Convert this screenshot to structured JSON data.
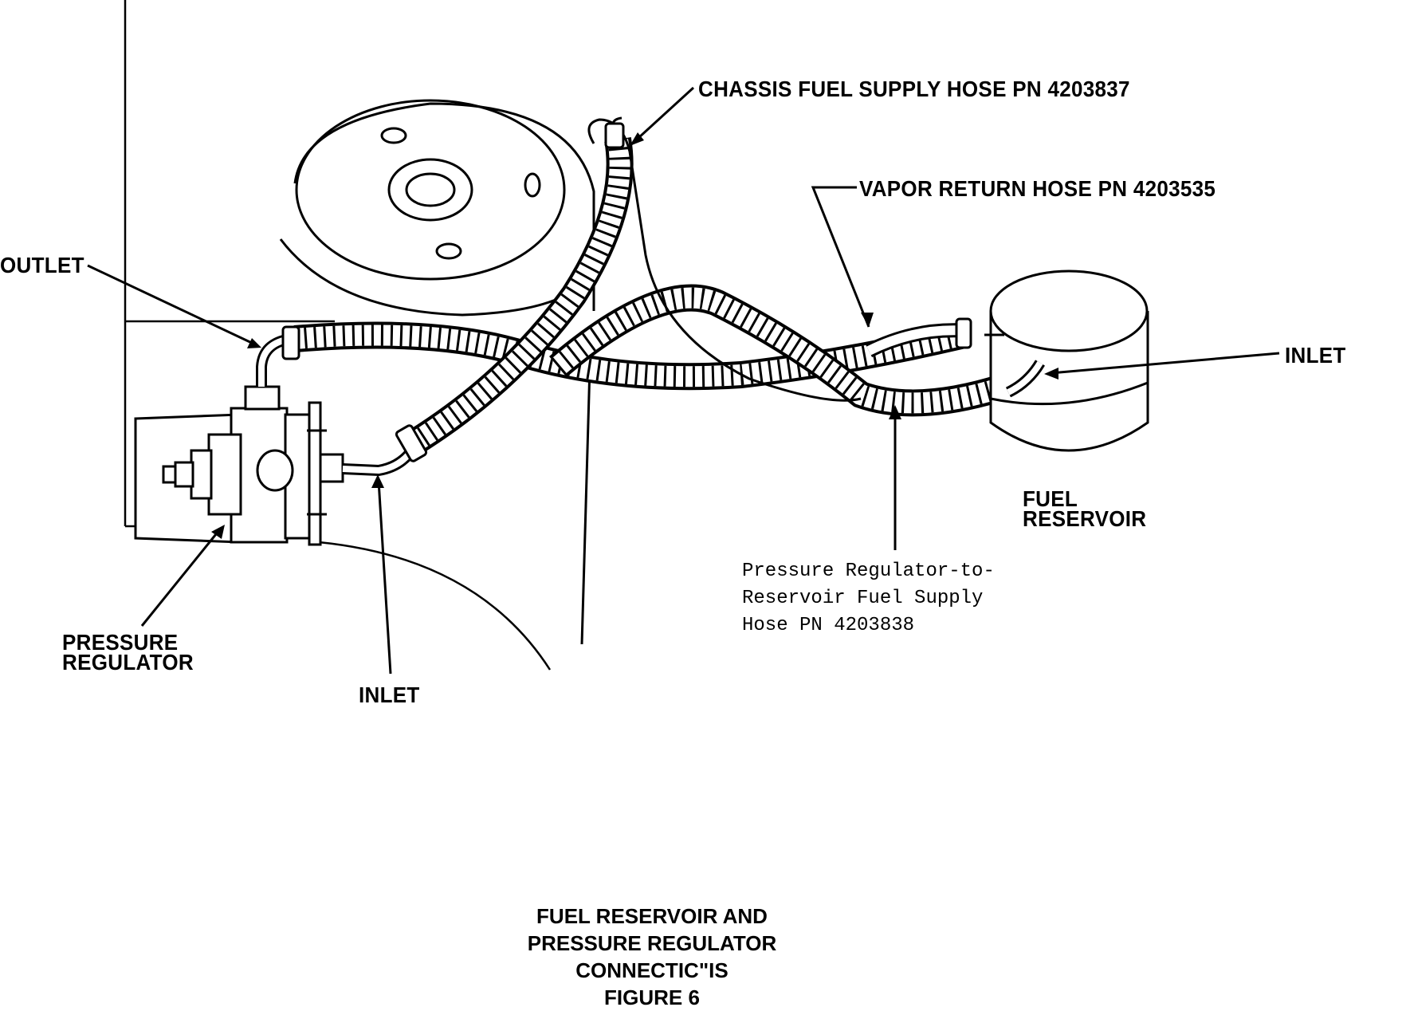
{
  "labels": {
    "chassis_hose": "CHASSIS FUEL SUPPLY HOSE PN 4203837",
    "vapor_hose": "VAPOR RETURN HOSE PN  4203535",
    "outlet": "OUTLET",
    "inlet_right": "INLET",
    "fuel_reservoir_line1": "FUEL",
    "fuel_reservoir_line2": "RESERVOIR",
    "supply_hose_line1": "Pressure Regulator-to-",
    "supply_hose_line2": "Reservoir Fuel Supply",
    "supply_hose_line3": "Hose PN 4203838",
    "pressure_regulator_line1": "PRESSURE",
    "pressure_regulator_line2": "REGULATOR",
    "inlet_bottom": "INLET"
  },
  "caption": {
    "line1": "FUEL RESERVOIR AND",
    "line2": "PRESSURE REGULATOR",
    "line3": "CONNECTIC\"IS",
    "line4": "FIGURE 6"
  }
}
